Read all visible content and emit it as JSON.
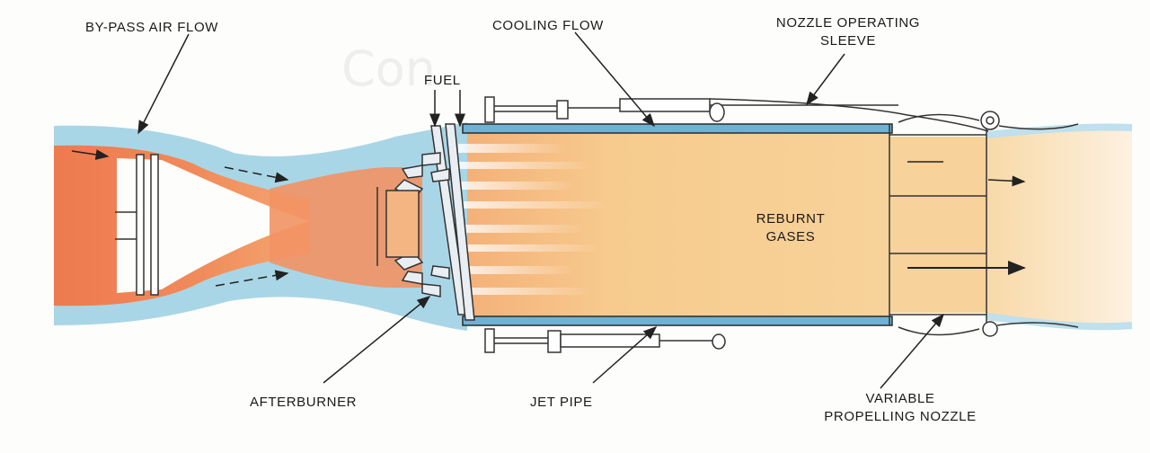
{
  "labels": {
    "bypass": "BY-PASS AIR FLOW",
    "cooling": "COOLING FLOW",
    "sleeve_line1": "NOZZLE OPERATING",
    "sleeve_line2": "SLEEVE",
    "fuel": "FUEL",
    "reburnt_line1": "REBURNT",
    "reburnt_line2": "GASES",
    "afterburner": "AFTERBURNER",
    "jetpipe": "JET PIPE",
    "nozzle_line1": "VARIABLE",
    "nozzle_line2": "PROPELLING NOZZLE"
  },
  "colors": {
    "hot_core": "#ee7f55",
    "bypass_air": "#a9d6e6",
    "reburnt": "#f7c98a",
    "outline": "#333333"
  }
}
